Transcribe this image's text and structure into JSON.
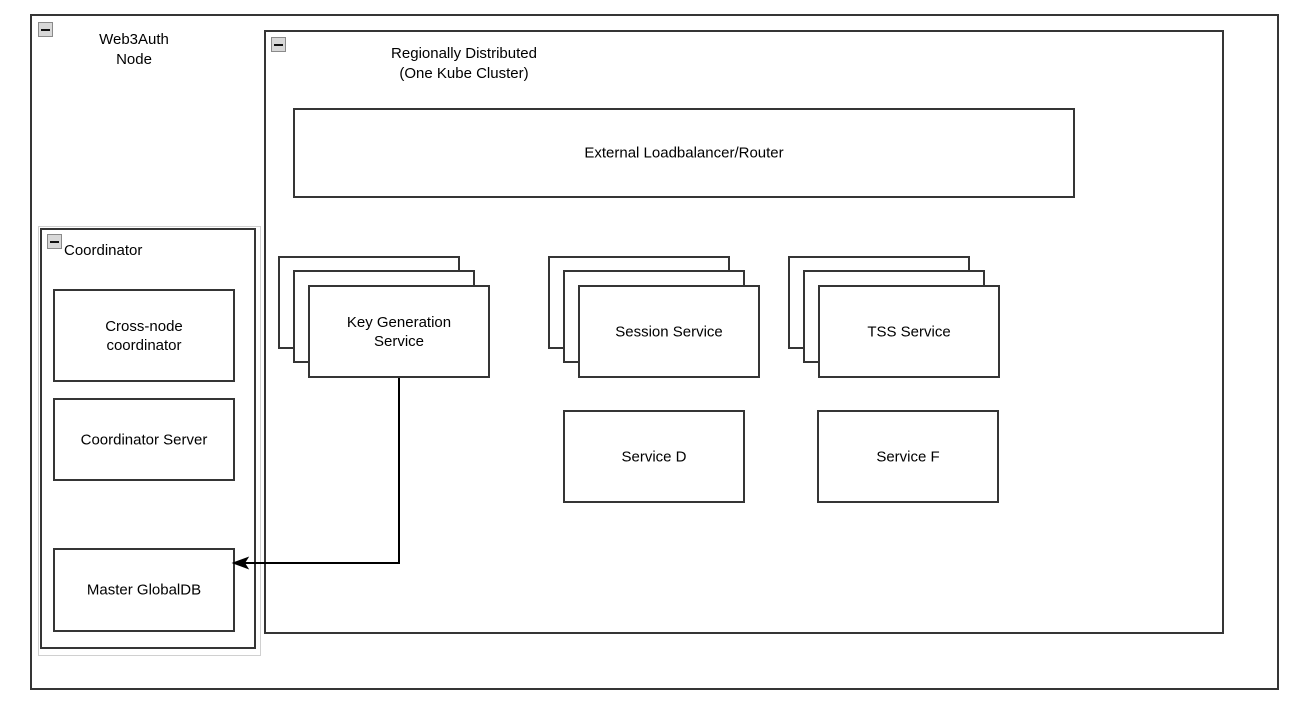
{
  "diagram": {
    "outer_node": {
      "title": "Web3Auth\nNode",
      "collapse_icon": "collapse-minus-icon"
    },
    "region": {
      "title": "Regionally Distributed\n(One Kube Cluster)",
      "collapse_icon": "collapse-minus-icon"
    },
    "coordinator": {
      "title": "Coordinator",
      "collapse_icon": "collapse-minus-icon",
      "items": [
        {
          "label": "Cross-node\ncoordinator"
        },
        {
          "label": "Coordinator Server"
        },
        {
          "label": "Master GlobalDB"
        }
      ]
    },
    "loadbalancer": {
      "label": "External Loadbalancer/Router"
    },
    "stacked_services": [
      {
        "label": "Key Generation\nService",
        "copies": 3
      },
      {
        "label": "Session Service",
        "copies": 3
      },
      {
        "label": "TSS Service",
        "copies": 3
      }
    ],
    "plain_services": [
      {
        "label": "Service D"
      },
      {
        "label": "Service F"
      }
    ],
    "connections": [
      {
        "from": "Key Generation Service",
        "to": "Master GlobalDB",
        "arrow": "single"
      }
    ],
    "colors": {
      "stroke": "#353535",
      "background": "#ffffff",
      "text": "#000000",
      "frame": "#d0d0d0",
      "icon_fill": "#d8d8d8",
      "icon_border": "#8a8a8a"
    }
  }
}
